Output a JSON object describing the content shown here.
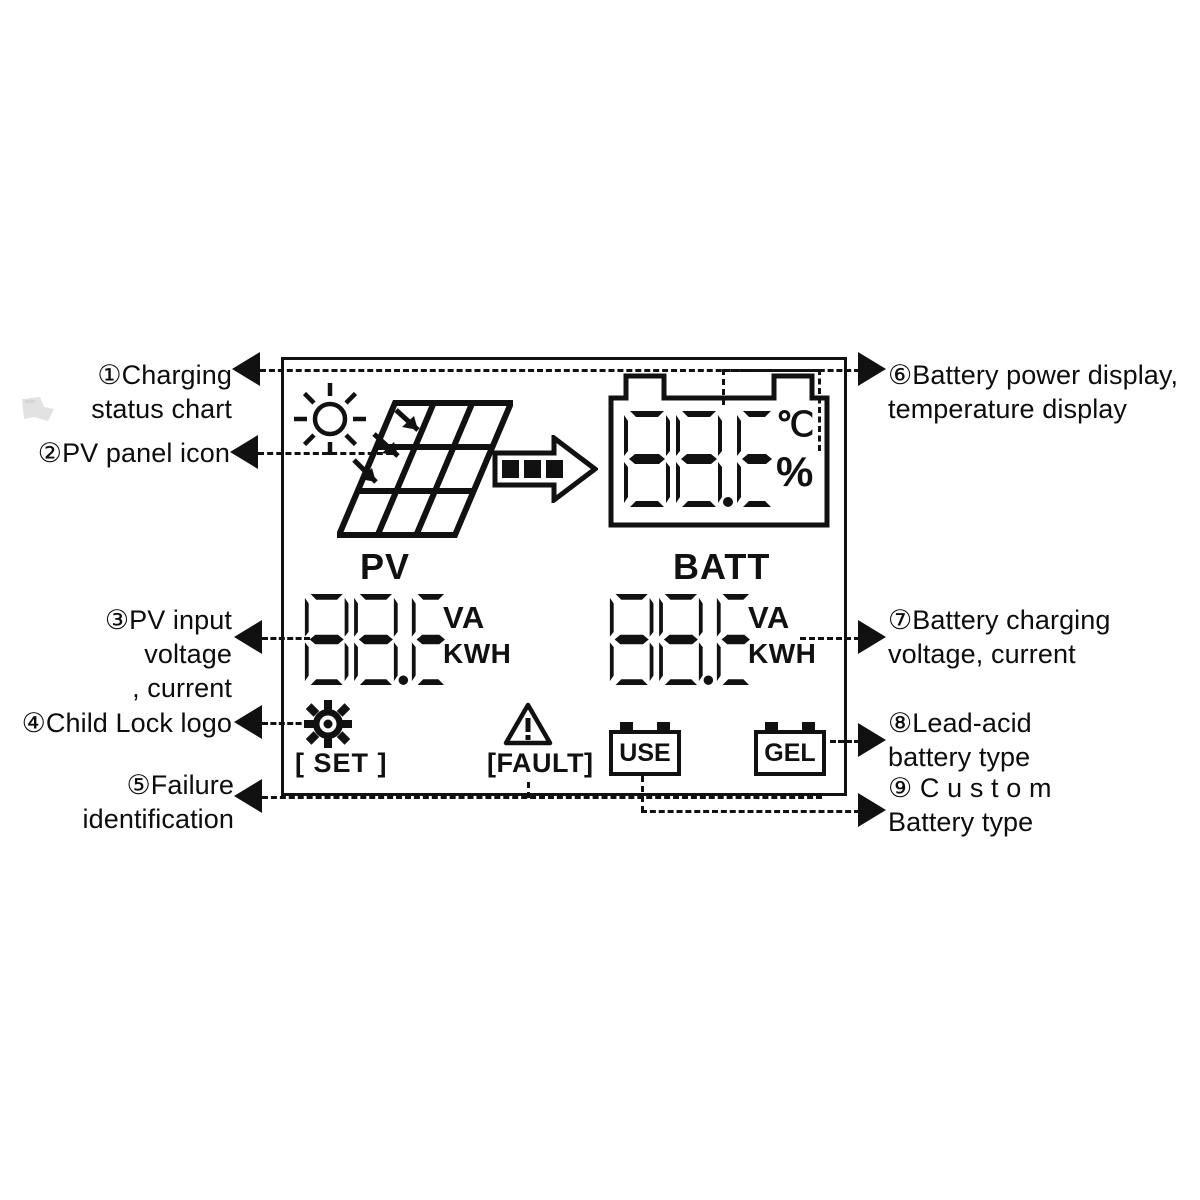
{
  "diagram": {
    "title": "Solar charge controller LCD display legend"
  },
  "callouts": [
    {
      "id": 1,
      "marker": "①",
      "text": "①Charging\nstatus chart",
      "align": "right"
    },
    {
      "id": 2,
      "marker": "②",
      "text": "②PV panel icon",
      "align": "right"
    },
    {
      "id": 3,
      "marker": "③",
      "text": "③PV input voltage\n, current",
      "align": "right"
    },
    {
      "id": 4,
      "marker": "④",
      "text": "④Child Lock logo",
      "align": "right"
    },
    {
      "id": 5,
      "marker": "⑤",
      "text": "⑤Failure\nidentification",
      "align": "right"
    },
    {
      "id": 6,
      "marker": "⑥",
      "text": "⑥Battery power display,\ntemperature display",
      "align": "left"
    },
    {
      "id": 7,
      "marker": "⑦",
      "text": "⑦Battery charging\nvoltage, current",
      "align": "left"
    },
    {
      "id": 8,
      "marker": "⑧",
      "text": "⑧Lead-acid\nbattery type",
      "align": "left"
    },
    {
      "id": 9,
      "marker": "⑨",
      "text": "⑨ C u s t o m\nBattery type",
      "align": "left"
    }
  ],
  "lcd": {
    "pv_section_label": "PV",
    "batt_section_label": "BATT",
    "pv_value": "88.8",
    "batt_value": "88.8",
    "battery_value": "88.8",
    "pv_units": {
      "line1": "VA",
      "line2": "KWH"
    },
    "batt_units": {
      "line1": "VA",
      "line2": "KWH"
    },
    "battery_units": {
      "line1": "℃",
      "line2": "%"
    },
    "set_label": "[ SET ]",
    "fault_label": "[FAULT]",
    "battery_type_use": "USE",
    "battery_type_gel": "GEL",
    "icons": {
      "sun": "sun-icon",
      "light_rays": "light-rays-icon",
      "pv_panel": "pv-panel-icon",
      "flow_arrow": "power-flow-arrow-icon",
      "battery_outline": "battery-outline-icon",
      "gear": "gear-icon",
      "warning": "warning-triangle-icon"
    }
  },
  "colors": {
    "ink": "#111111",
    "background": "#ffffff"
  }
}
